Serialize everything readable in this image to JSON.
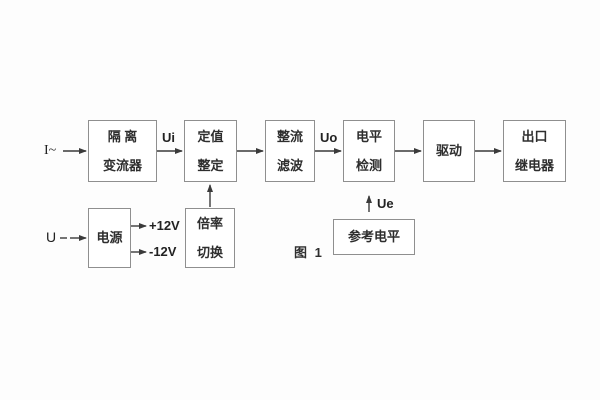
{
  "figure": {
    "caption": "图 1",
    "background": "#fdfdfd",
    "line_color": "#3a3a3a",
    "box_border_color": "#8f8f8f",
    "text_color": "#2e2e2e"
  },
  "boxes": {
    "isolation": {
      "line1": "隔 离",
      "line2": "变流器"
    },
    "setting": {
      "line1": "定值",
      "line2": "整定"
    },
    "rectifier": {
      "line1": "整流",
      "line2": "滤波"
    },
    "level": {
      "line1": "电平",
      "line2": "检测"
    },
    "drive": {
      "line1": "驱动"
    },
    "output": {
      "line1": "出口",
      "line2": "继电器"
    },
    "power": {
      "line1": "电源"
    },
    "ratio": {
      "line1": "倍率",
      "line2": "切换"
    },
    "reference": {
      "line1": "参考电平"
    }
  },
  "labels": {
    "input_current": "I~",
    "input_voltage": "U",
    "ui": "Ui",
    "uo": "Uo",
    "ue": "Ue",
    "plus_12v": "+12V",
    "minus_12v": "-12V"
  }
}
